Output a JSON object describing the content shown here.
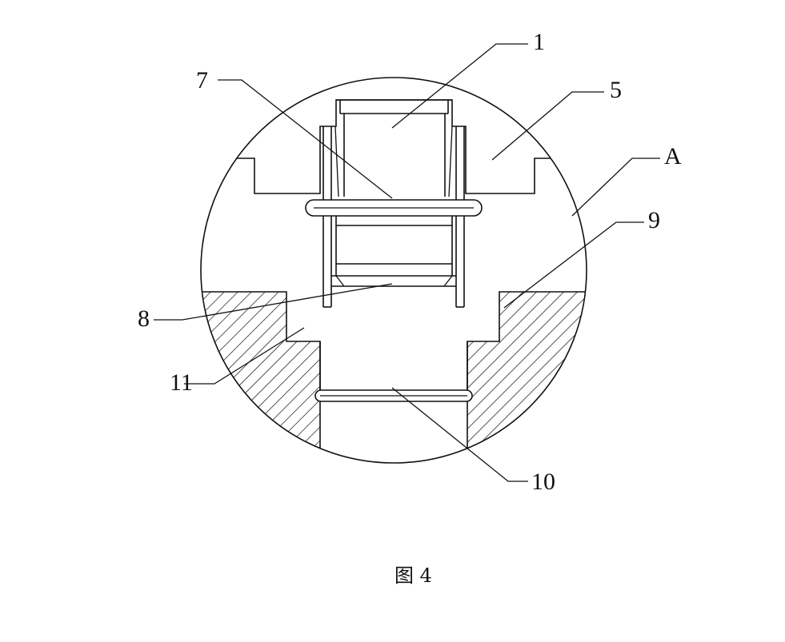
{
  "figure": {
    "caption": "图 4",
    "labels": {
      "l1": "1",
      "l5": "5",
      "l7": "7",
      "lA": "A",
      "l9": "9",
      "l8": "8",
      "l11": "11",
      "l10": "10"
    },
    "colors": {
      "ink": "#111111",
      "background": "#ffffff"
    }
  }
}
